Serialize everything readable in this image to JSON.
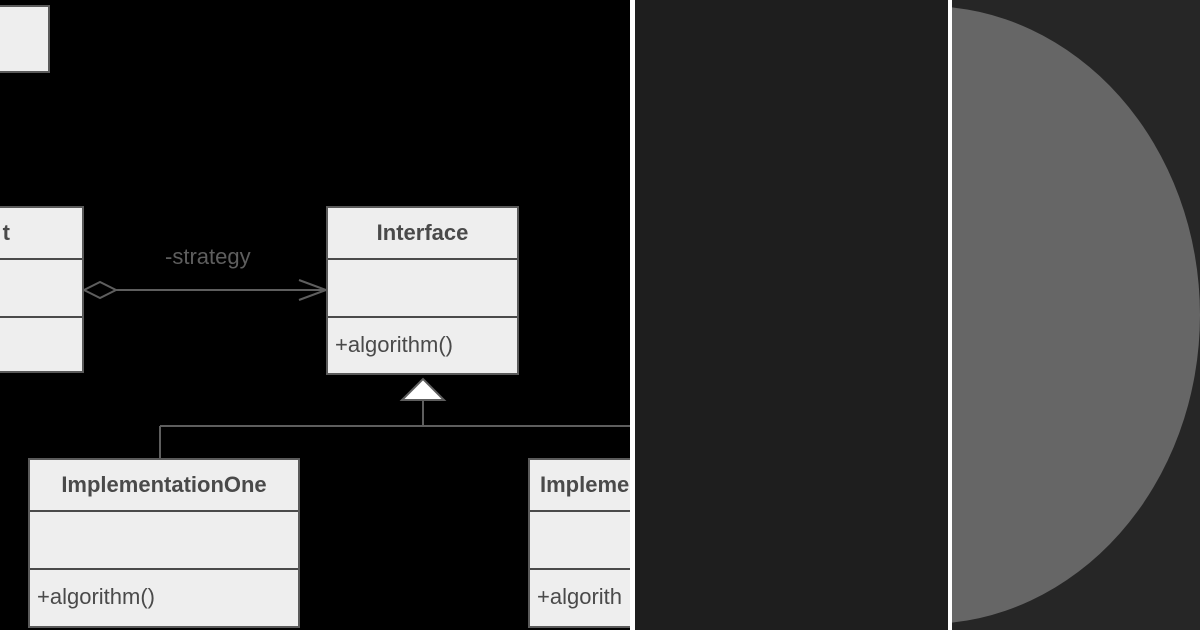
{
  "diagram": {
    "title_fragment": "",
    "context_class": {
      "name_fragment": "t",
      "attributes": [],
      "operations": []
    },
    "association": {
      "label": "-strategy",
      "type": "aggregation"
    },
    "interface_class": {
      "name": "Interface",
      "attributes": [],
      "operations": [
        "+algorithm()"
      ]
    },
    "implementations": [
      {
        "name": "ImplementationOne",
        "attributes": [],
        "operations": [
          "+algorithm()"
        ]
      },
      {
        "name": "Impleme",
        "attributes": [],
        "operations": [
          "+algorith"
        ]
      }
    ],
    "relationship": "generalization"
  },
  "colors": {
    "diagram_background": "#000000",
    "class_fill": "#eeeeee",
    "class_border": "#5a5a5a",
    "text": "#4a4a4a",
    "divider": "#ffffff",
    "dark_panel": "#1e1e1e",
    "circle_panel": "#262626",
    "semicircle": "#666666"
  }
}
